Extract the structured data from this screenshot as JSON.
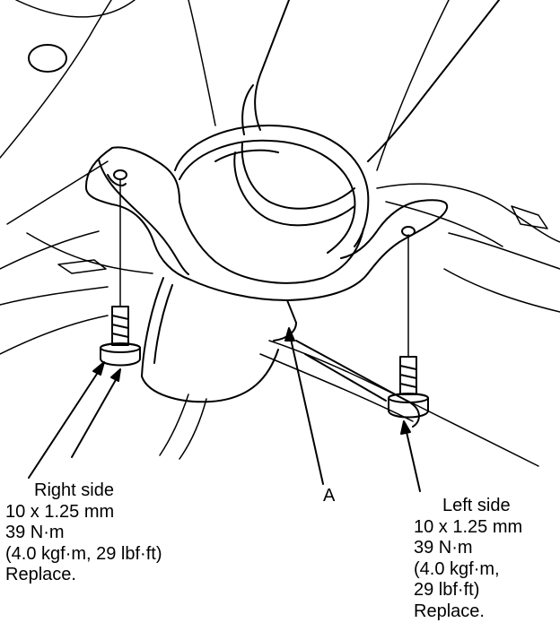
{
  "callout_a": "A",
  "right_side": {
    "title": "Right side",
    "lines": [
      "10 x 1.25 mm",
      "39 N·m",
      "(4.0 kgf·m, 29 lbf·ft)",
      "Replace."
    ]
  },
  "left_side": {
    "title": "Left side",
    "lines": [
      "10 x 1.25 mm",
      "39 N·m",
      "(4.0 kgf·m,",
      "29 lbf·ft)",
      "Replace."
    ]
  },
  "colors": {
    "line": "#000000",
    "background": "#ffffff"
  }
}
